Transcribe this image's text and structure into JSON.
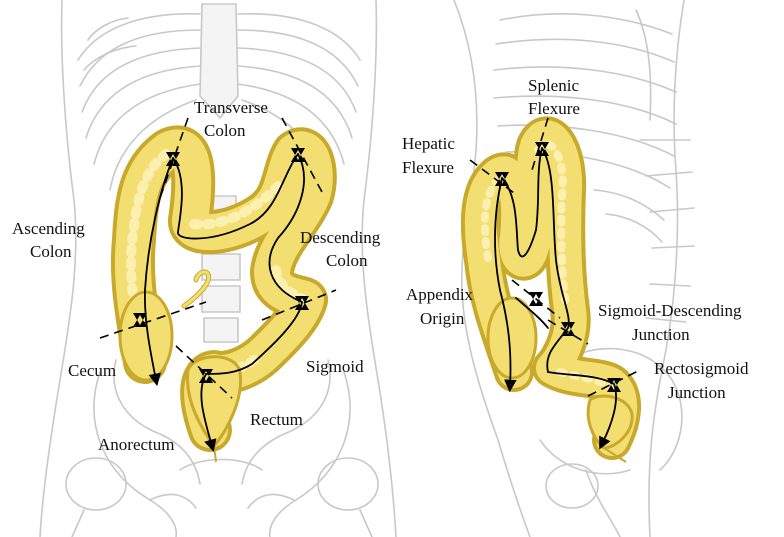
{
  "colors": {
    "colon_fill": "#f3de72",
    "colon_edge": "#c9a92c",
    "colon_highlight": "#fbf0b0",
    "centerline": "#000000",
    "skeleton": "#c8c8c8"
  },
  "front_view": {
    "labels": {
      "transverse_colon_1": "Transverse",
      "transverse_colon_2": "Colon",
      "ascending_colon_1": "Ascending",
      "ascending_colon_2": "Colon",
      "descending_colon_1": "Descending",
      "descending_colon_2": "Colon",
      "cecum": "Cecum",
      "sigmoid": "Sigmoid",
      "rectum": "Rectum",
      "anorectum": "Anorectum"
    }
  },
  "side_view": {
    "labels": {
      "splenic_flexure_1": "Splenic",
      "splenic_flexure_2": "Flexure",
      "hepatic_flexure_1": "Hepatic",
      "hepatic_flexure_2": "Flexure",
      "appendix_origin_1": "Appendix",
      "appendix_origin_2": "Origin",
      "sigmoid_descending_junction_1": "Sigmoid-Descending",
      "sigmoid_descending_junction_2": "Junction",
      "rectosigmoid_junction_1": "Rectosigmoid",
      "rectosigmoid_junction_2": "Junction"
    }
  }
}
